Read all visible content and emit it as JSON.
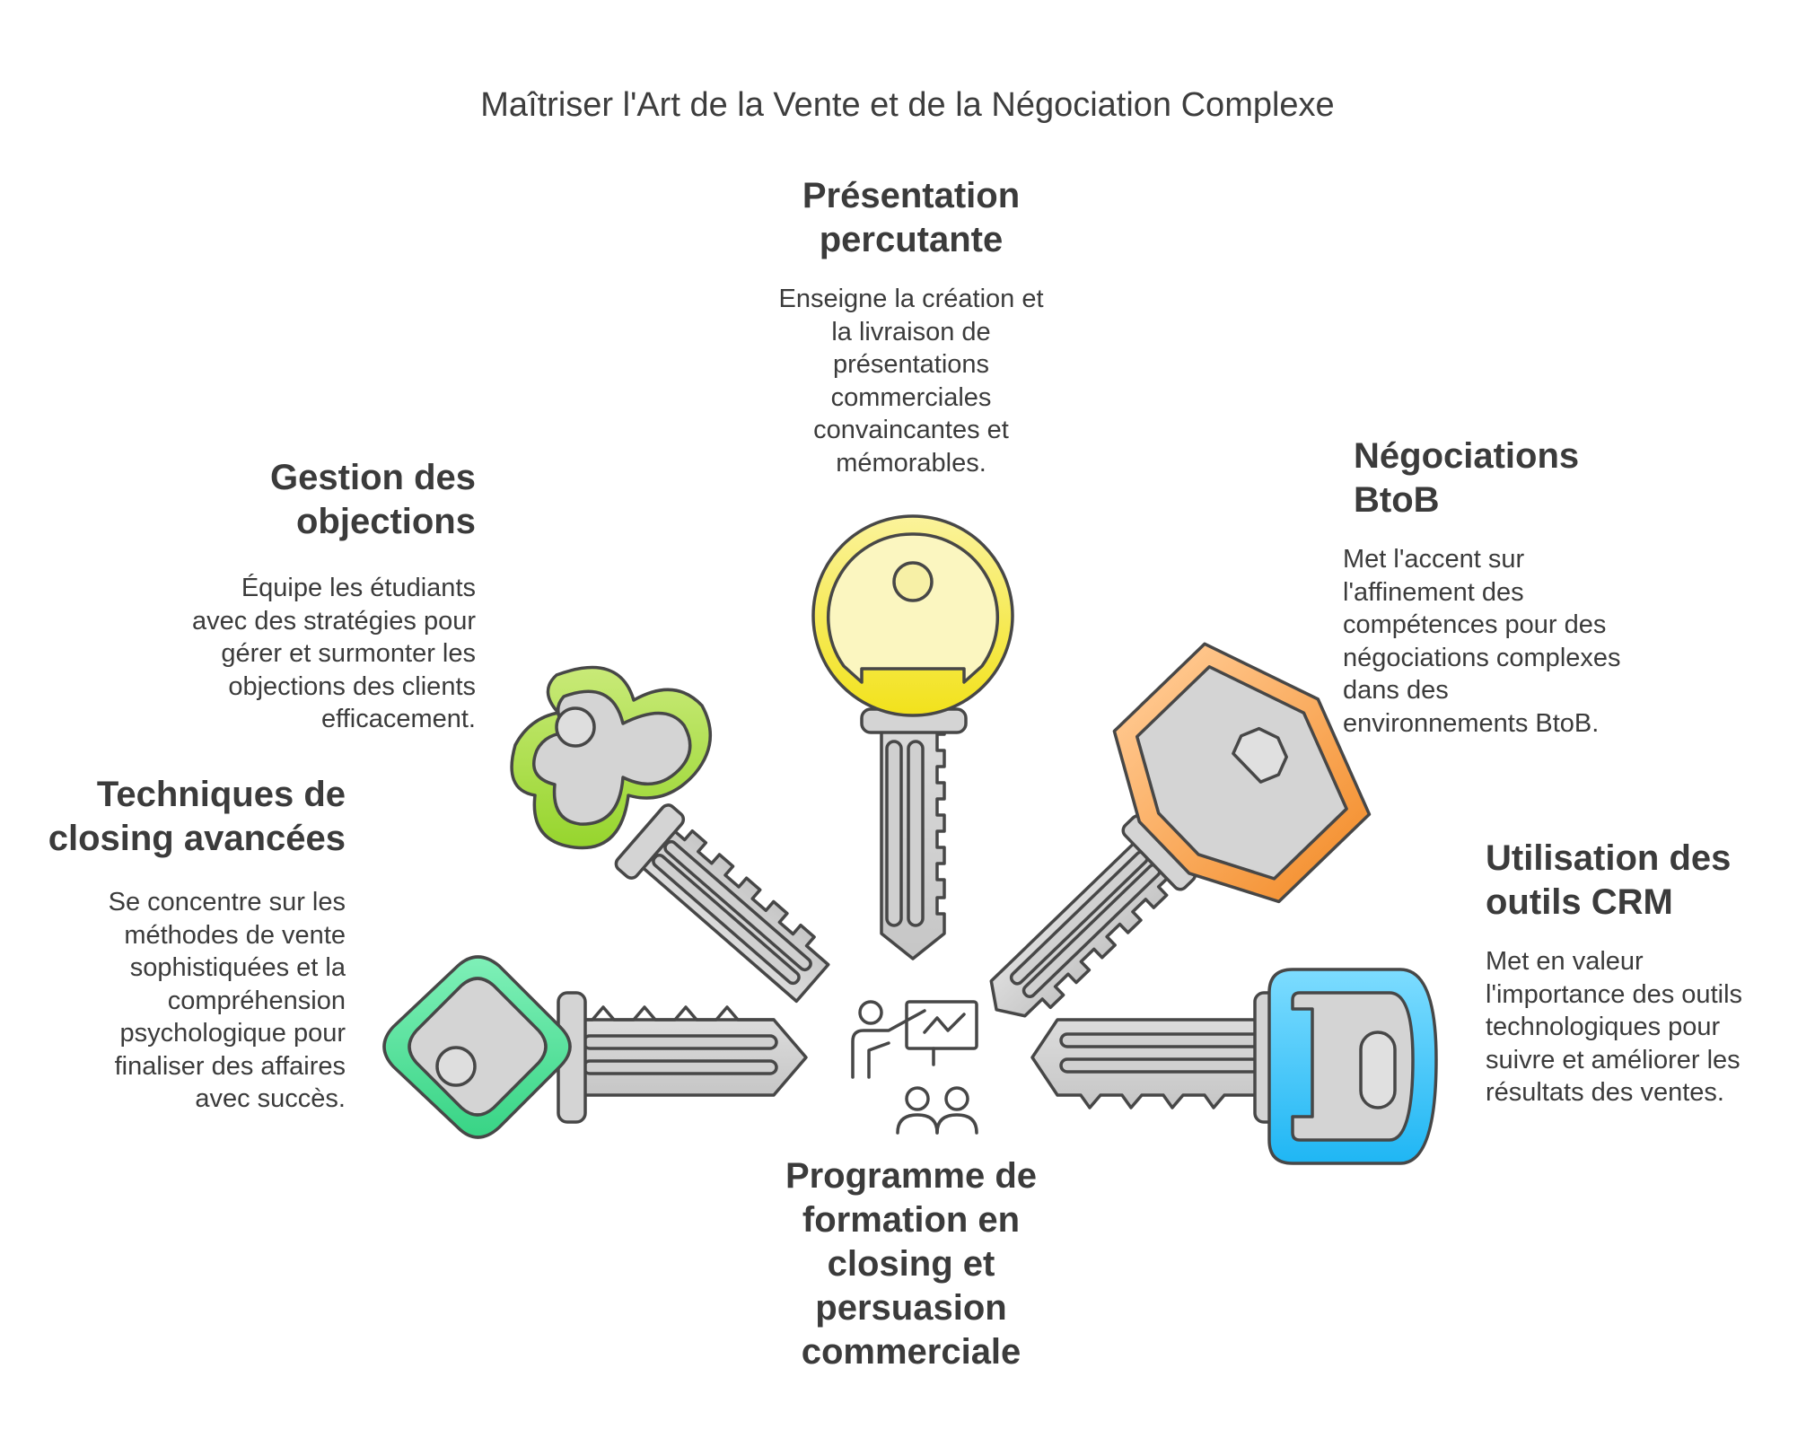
{
  "title": "Maîtriser l'Art de la Vente et de la Négociation Complexe",
  "center": {
    "heading": [
      "Programme de",
      "formation en",
      "closing et",
      "persuasion",
      "commerciale"
    ],
    "icon": "presentation-training-icon"
  },
  "items": {
    "presentation": {
      "heading": [
        "Présentation",
        "percutante"
      ],
      "desc": [
        "Enseigne la création et",
        "la livraison de",
        "présentations",
        "commerciales",
        "convaincantes et",
        "mémorables."
      ],
      "color": "#f5e42e"
    },
    "negociations": {
      "heading": [
        "Négociations",
        "BtoB"
      ],
      "desc": [
        "Met l'accent sur",
        "l'affinement des",
        "compétences pour des",
        "négociations complexes",
        "dans des",
        "environnements BtoB."
      ],
      "color": "#f7a24a"
    },
    "crm": {
      "heading": [
        "Utilisation des",
        "outils CRM"
      ],
      "desc": [
        "Met en valeur",
        "l'importance des outils",
        "technologiques pour",
        "suivre et améliorer les",
        "résultats des ventes."
      ],
      "color": "#3fc4f5"
    },
    "objections": {
      "heading": [
        "Gestion des",
        "objections"
      ],
      "desc": [
        "Équipe les étudiants",
        "avec des stratégies pour",
        "gérer et surmonter les",
        "objections des clients",
        "efficacement."
      ],
      "color": "#a8dd45"
    },
    "closing": {
      "heading": [
        "Techniques de",
        "closing avancées"
      ],
      "desc": [
        "Se concentre sur les",
        "méthodes de vente",
        "sophistiquées et la",
        "compréhension",
        "psychologique pour",
        "finaliser des affaires",
        "avec succès."
      ],
      "color": "#4ddc97"
    }
  }
}
